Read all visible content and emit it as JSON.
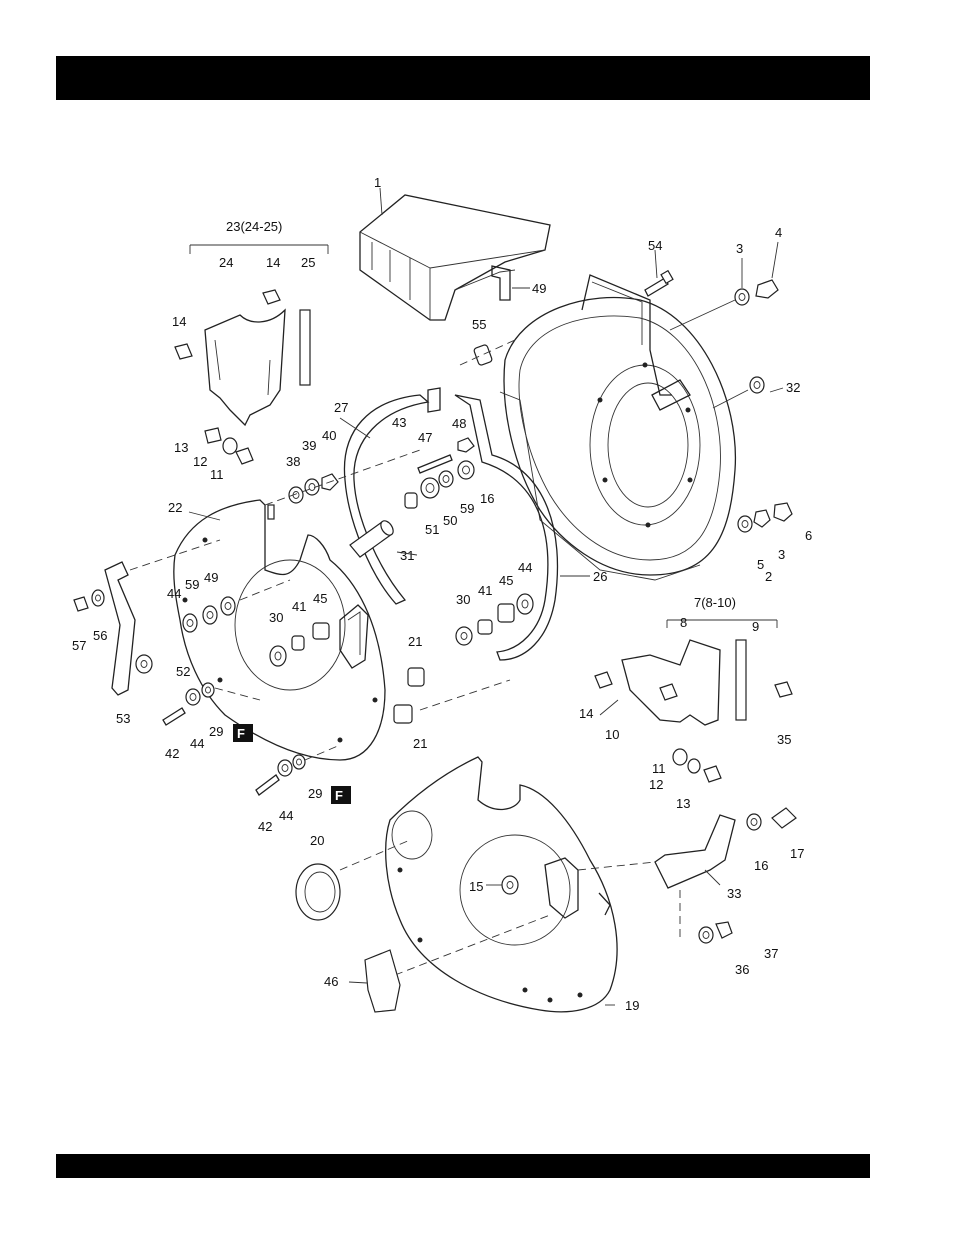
{
  "header_bar": {
    "color": "#000000"
  },
  "footer_bar": {
    "color": "#000000"
  },
  "group_labels": {
    "group_23": "23(24-25)",
    "group_7": "7(8-10)"
  },
  "part_labels": [
    {
      "id": "p1",
      "text": "1"
    },
    {
      "id": "p54",
      "text": "54"
    },
    {
      "id": "p3a",
      "text": "3"
    },
    {
      "id": "p4",
      "text": "4"
    },
    {
      "id": "p49a",
      "text": "49"
    },
    {
      "id": "p24",
      "text": "24"
    },
    {
      "id": "p14a",
      "text": "14"
    },
    {
      "id": "p25",
      "text": "25"
    },
    {
      "id": "p14b",
      "text": "14"
    },
    {
      "id": "p55",
      "text": "55"
    },
    {
      "id": "p32",
      "text": "32"
    },
    {
      "id": "p27",
      "text": "27"
    },
    {
      "id": "p43",
      "text": "43"
    },
    {
      "id": "p48",
      "text": "48"
    },
    {
      "id": "p47",
      "text": "47"
    },
    {
      "id": "p40",
      "text": "40"
    },
    {
      "id": "p39",
      "text": "39"
    },
    {
      "id": "p38",
      "text": "38"
    },
    {
      "id": "p13a",
      "text": "13"
    },
    {
      "id": "p12a",
      "text": "12"
    },
    {
      "id": "p11a",
      "text": "11"
    },
    {
      "id": "p16a",
      "text": "16"
    },
    {
      "id": "p59a",
      "text": "59"
    },
    {
      "id": "p50",
      "text": "50"
    },
    {
      "id": "p51",
      "text": "51"
    },
    {
      "id": "p22",
      "text": "22"
    },
    {
      "id": "p31",
      "text": "31"
    },
    {
      "id": "p5",
      "text": "5"
    },
    {
      "id": "p3b",
      "text": "3"
    },
    {
      "id": "p6",
      "text": "6"
    },
    {
      "id": "p2",
      "text": "2"
    },
    {
      "id": "p26",
      "text": "26"
    },
    {
      "id": "p44a",
      "text": "44"
    },
    {
      "id": "p59b",
      "text": "59"
    },
    {
      "id": "p49b",
      "text": "49"
    },
    {
      "id": "p41a",
      "text": "41"
    },
    {
      "id": "p45a",
      "text": "45"
    },
    {
      "id": "p30a",
      "text": "30"
    },
    {
      "id": "p41b",
      "text": "41"
    },
    {
      "id": "p45b",
      "text": "45"
    },
    {
      "id": "p44b",
      "text": "44"
    },
    {
      "id": "p30b",
      "text": "30"
    },
    {
      "id": "p57",
      "text": "57"
    },
    {
      "id": "p56",
      "text": "56"
    },
    {
      "id": "p8",
      "text": "8"
    },
    {
      "id": "p9",
      "text": "9"
    },
    {
      "id": "p52",
      "text": "52"
    },
    {
      "id": "p21a",
      "text": "21"
    },
    {
      "id": "p53",
      "text": "53"
    },
    {
      "id": "p14c",
      "text": "14"
    },
    {
      "id": "p35",
      "text": "35"
    },
    {
      "id": "p10",
      "text": "10"
    },
    {
      "id": "p42a",
      "text": "42"
    },
    {
      "id": "p44c",
      "text": "44"
    },
    {
      "id": "p29a",
      "text": "29"
    },
    {
      "id": "p21b",
      "text": "21"
    },
    {
      "id": "p11b",
      "text": "11"
    },
    {
      "id": "p12b",
      "text": "12"
    },
    {
      "id": "p13b",
      "text": "13"
    },
    {
      "id": "p42b",
      "text": "42"
    },
    {
      "id": "p44d",
      "text": "44"
    },
    {
      "id": "p29b",
      "text": "29"
    },
    {
      "id": "p20",
      "text": "20"
    },
    {
      "id": "p16b",
      "text": "16"
    },
    {
      "id": "p17",
      "text": "17"
    },
    {
      "id": "p15",
      "text": "15"
    },
    {
      "id": "p33",
      "text": "33"
    },
    {
      "id": "p37",
      "text": "37"
    },
    {
      "id": "p36",
      "text": "36"
    },
    {
      "id": "p46",
      "text": "46"
    },
    {
      "id": "p19",
      "text": "19"
    }
  ],
  "badges": [
    {
      "id": "badge-29a",
      "text": "F"
    },
    {
      "id": "badge-29b",
      "text": "F"
    }
  ]
}
